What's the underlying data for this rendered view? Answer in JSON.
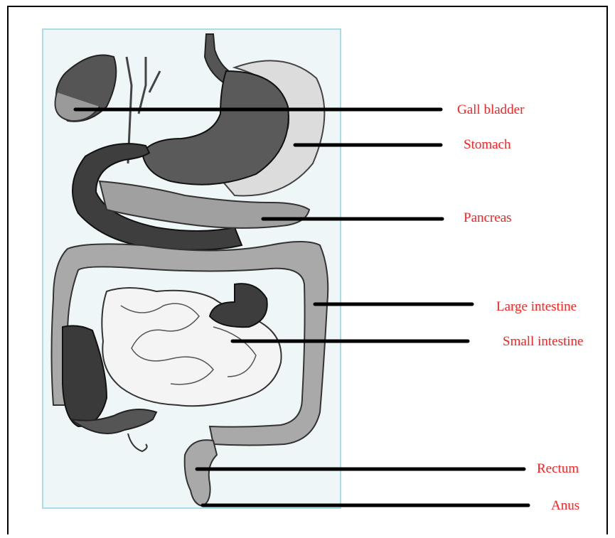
{
  "diagram": {
    "label_color": "#ff2020",
    "labels": {
      "gall_bladder": "Gall bladder",
      "stomach": "Stomach",
      "pancreas": "Pancreas",
      "large_intestine": "Large intestine",
      "small_intestine": "Small intestine",
      "rectum": "Rectum",
      "anus": "Anus"
    }
  }
}
